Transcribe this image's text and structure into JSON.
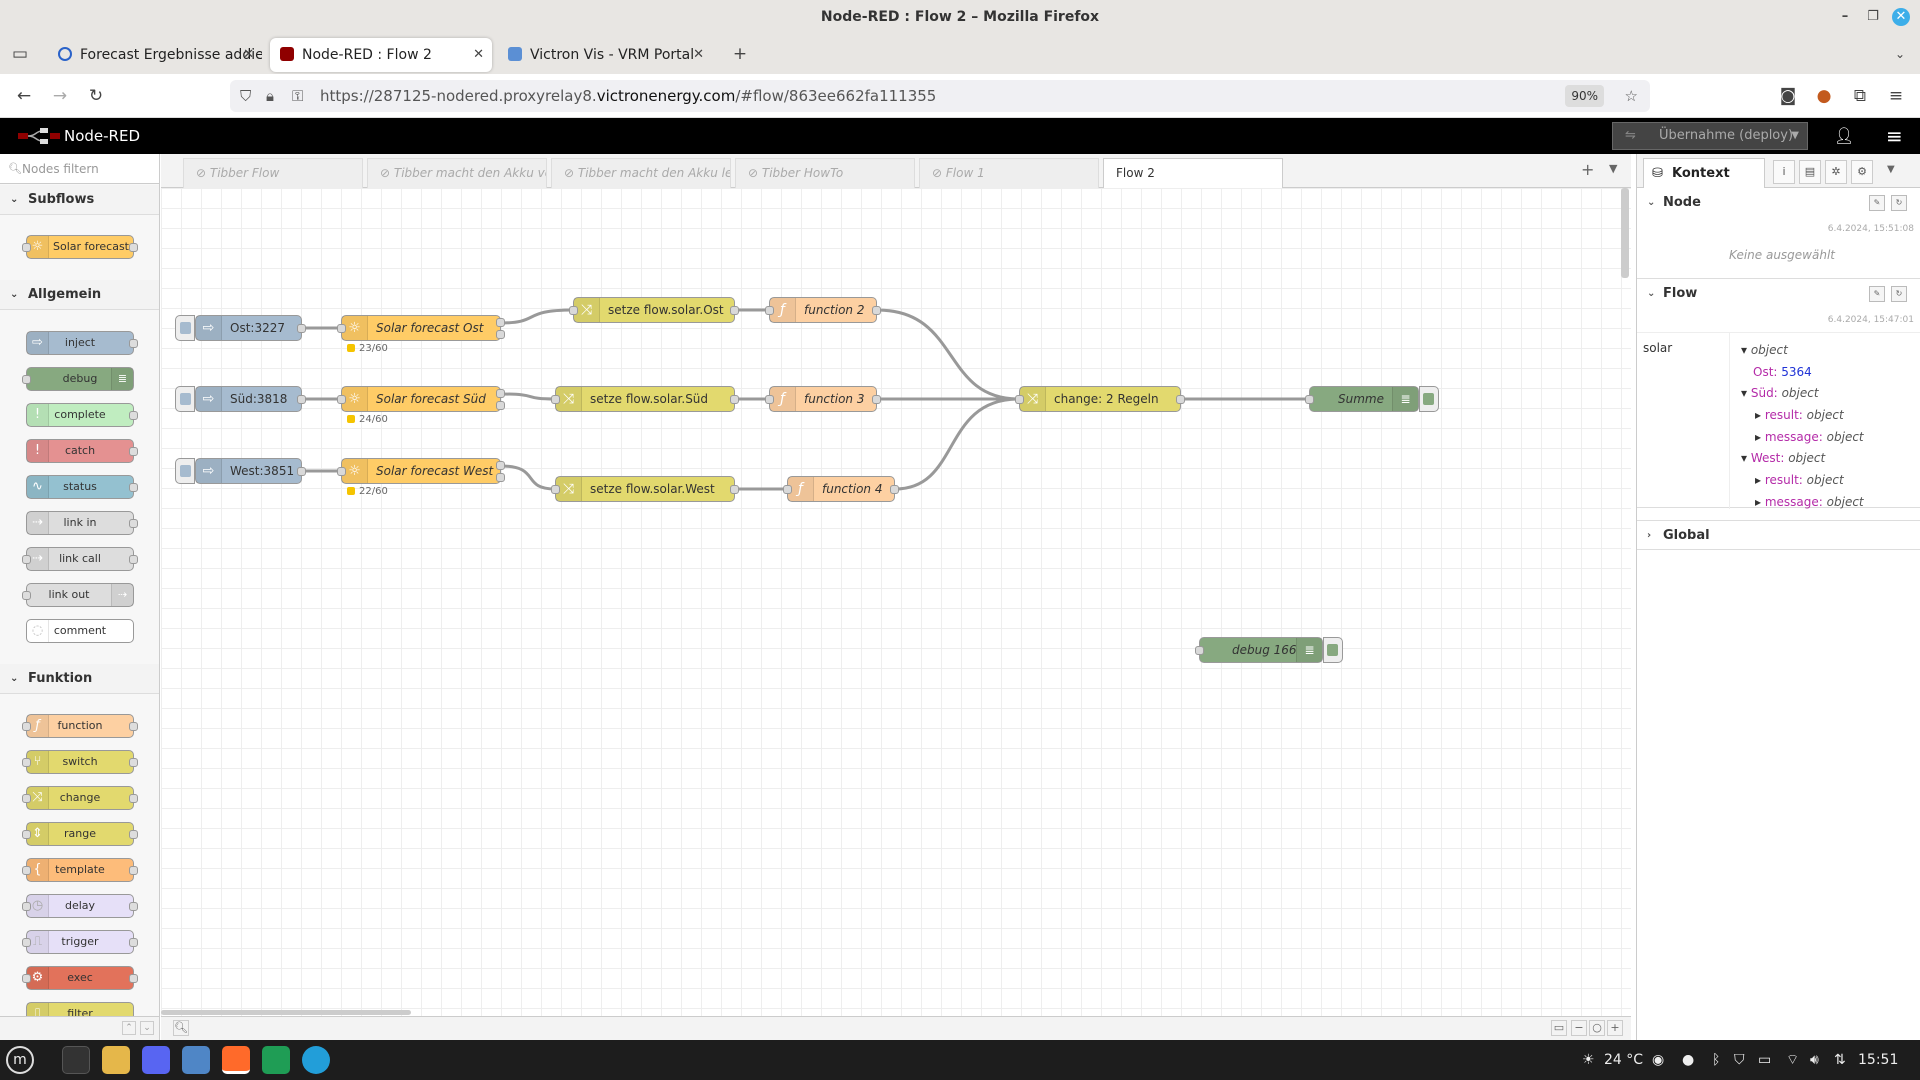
{
  "window": {
    "title": "Node-RED : Flow 2 – Mozilla Firefox"
  },
  "browser": {
    "tabs": [
      {
        "label": "Forecast Ergebnisse addier"
      },
      {
        "label": "Node-RED : Flow 2"
      },
      {
        "label": "Victron Vis - VRM Portal"
      }
    ],
    "url_prefix": "https://287125-nodered.proxyrelay8.",
    "url_domain": "victronenergy.com",
    "url_suffix": "/#flow/863ee662fa111355",
    "zoom": "90%"
  },
  "header": {
    "app_name": "Node-RED",
    "deploy_label": "Übernahme (deploy)"
  },
  "palette": {
    "filter_placeholder": "Nodes filtern",
    "categories": [
      {
        "label": "Subflows",
        "nodes": [
          {
            "label": "Solar forecast"
          }
        ]
      },
      {
        "label": "Allgemein",
        "nodes": [
          {
            "label": "inject"
          },
          {
            "label": "debug"
          },
          {
            "label": "complete"
          },
          {
            "label": "catch"
          },
          {
            "label": "status"
          },
          {
            "label": "link in"
          },
          {
            "label": "link call"
          },
          {
            "label": "link out"
          },
          {
            "label": "comment"
          }
        ]
      },
      {
        "label": "Funktion",
        "nodes": [
          {
            "label": "function"
          },
          {
            "label": "switch"
          },
          {
            "label": "change"
          },
          {
            "label": "range"
          },
          {
            "label": "template"
          },
          {
            "label": "delay"
          },
          {
            "label": "trigger"
          },
          {
            "label": "exec"
          },
          {
            "label": "filter"
          }
        ]
      }
    ]
  },
  "workspace": {
    "tabs": [
      {
        "label": "Tibber Flow"
      },
      {
        "label": "Tibber macht den Akku vo"
      },
      {
        "label": "Tibber macht den Akku lee"
      },
      {
        "label": "Tibber HowTo"
      },
      {
        "label": "Flow 1"
      },
      {
        "label": "Flow 2"
      }
    ],
    "nodes": {
      "inject_ost": "Ost:3227",
      "inject_sued": "Süd:3818",
      "inject_west": "West:3851",
      "solar_ost": "Solar forecast Ost",
      "solar_sued": "Solar forecast Süd",
      "solar_west": "Solar forecast West",
      "status_ost": "23/60",
      "status_sued": "24/60",
      "status_west": "22/60",
      "change_ost": "setze flow.solar.Ost",
      "change_sued": "setze flow.solar.Süd",
      "change_west": "setze flow.solar.West",
      "function2": "function 2",
      "function3": "function 3",
      "function4": "function 4",
      "change_regeln": "change: 2 Regeln",
      "summe": "Summe",
      "debug166": "debug 166"
    }
  },
  "sidebar": {
    "tab_label": "Kontext",
    "node": {
      "label": "Node",
      "timestamp": "6.4.2024, 15:51:08",
      "empty": "Keine ausgewählt"
    },
    "flow": {
      "label": "Flow",
      "timestamp": "6.4.2024, 15:47:01",
      "var_name": "solar",
      "root_type": "object",
      "ost_key": "Ost:",
      "ost_value": "5364",
      "sued_key": "Süd:",
      "west_key": "West:",
      "result_key": "result:",
      "message_key": "message:",
      "type_object": "object"
    },
    "global": {
      "label": "Global"
    }
  },
  "taskbar": {
    "weather": "24 °C",
    "clock": "15:51"
  },
  "colors": {
    "inject": "#a6bbcf",
    "debug": "#87a980",
    "complete": "#c0edc0",
    "catch": "#e49191",
    "status": "#94c1d0",
    "link": "#dddddd",
    "function": "#fdd0a2",
    "change": "#e2d96e",
    "solar": "#ffcc66",
    "delay": "#e6e0f8",
    "exec": "#e2725b"
  }
}
